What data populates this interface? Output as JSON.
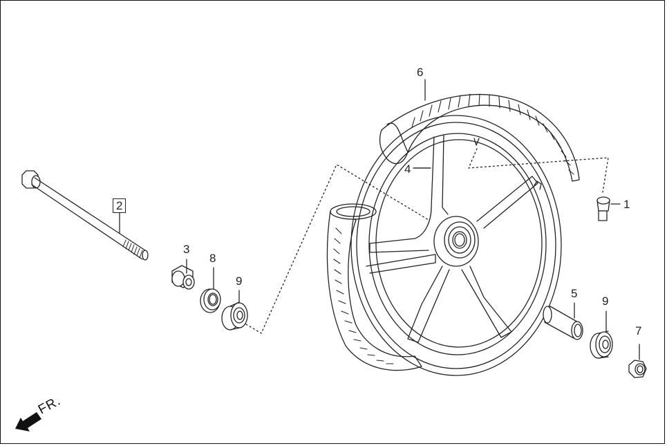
{
  "diagram": {
    "type": "exploded parts diagram",
    "subject": "front wheel assembly",
    "direction_indicator": {
      "label": "FR.",
      "icon": "front-direction-arrow-icon"
    },
    "callouts": [
      {
        "id": "1",
        "part": "tire valve",
        "boxed": false
      },
      {
        "id": "2",
        "part": "front axle bolt",
        "boxed": true
      },
      {
        "id": "3",
        "part": "left collar",
        "boxed": false
      },
      {
        "id": "4",
        "part": "front wheel rim",
        "boxed": false
      },
      {
        "id": "5",
        "part": "distance collar",
        "boxed": false
      },
      {
        "id": "6",
        "part": "front tire",
        "boxed": false
      },
      {
        "id": "7",
        "part": "axle nut",
        "boxed": false
      },
      {
        "id": "8",
        "part": "oil seal",
        "boxed": false
      },
      {
        "id": "9a",
        "label": "9",
        "part": "bearing (left)",
        "boxed": false
      },
      {
        "id": "9b",
        "label": "9",
        "part": "bearing (right)",
        "boxed": false
      }
    ]
  },
  "labels": {
    "c1": "1",
    "c2": "2",
    "c3": "3",
    "c4": "4",
    "c5": "5",
    "c6": "6",
    "c7": "7",
    "c8": "8",
    "c9a": "9",
    "c9b": "9",
    "fr": "FR."
  },
  "colors": {
    "line": "#222222",
    "background": "#ffffff"
  }
}
